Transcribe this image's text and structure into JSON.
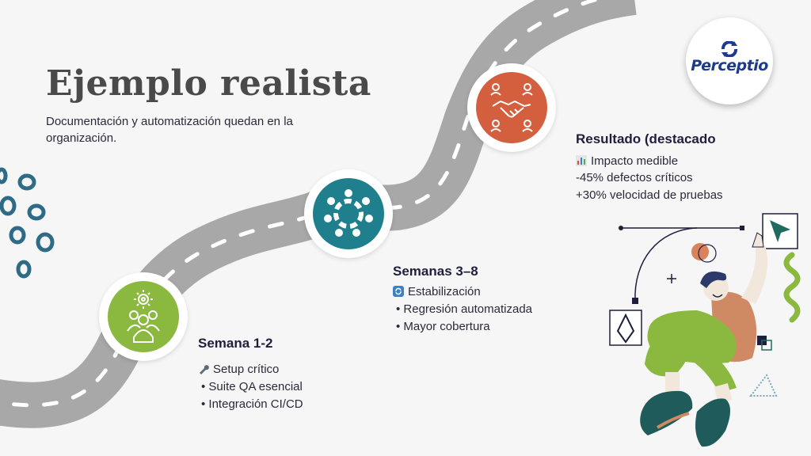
{
  "slide": {
    "title": "Ejemplo realista",
    "subtitle": "Documentación y automatización quedan en la organización."
  },
  "logo": {
    "text": "Perceptio",
    "icon": "perceptio-mark-icon"
  },
  "stages": [
    {
      "title": "Semana 1-2",
      "icon": "team-gear-icon",
      "color": "#8bb83f",
      "heading_icon": "wrench-icon",
      "heading": "Setup crítico",
      "items": [
        "• Suite QA esencial",
        "• Integración CI/CD"
      ]
    },
    {
      "title": "Semanas 3–8",
      "icon": "people-circle-icon",
      "color": "#1f7f8c",
      "heading_icon": "refresh-icon",
      "heading": "Estabilización",
      "items": [
        "• Regresión automatizada",
        "• Mayor cobertura"
      ]
    },
    {
      "title": "Resultado (destacado",
      "icon": "handshake-icon",
      "color": "#d35f3f",
      "heading_icon": "bar-chart-icon",
      "heading": "Impacto medible",
      "items": [
        "-45% defectos críticos",
        "+30% velocidad de pruebas"
      ]
    }
  ],
  "colors": {
    "road": "#a8a8a8",
    "dots": "#2e6b86",
    "title": "#4a4a4a",
    "navy": "#1f1f3d",
    "green": "#8bb83f",
    "teal": "#1f7f8c",
    "orange": "#d35f3f"
  }
}
